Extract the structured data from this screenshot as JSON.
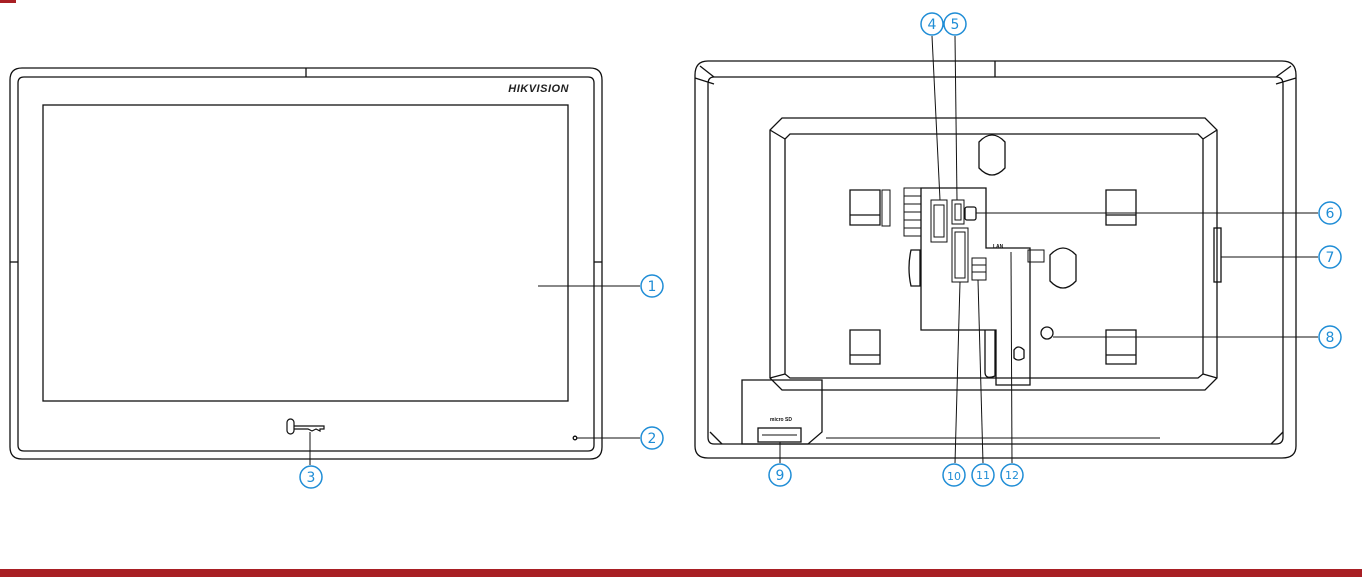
{
  "brand": {
    "logo_text": "HIKVISION"
  },
  "back_panel": {
    "lan_label": "LAN",
    "micro_sd_label": "micro SD"
  },
  "callouts": [
    "1",
    "2",
    "3",
    "4",
    "5",
    "6",
    "7",
    "8",
    "9",
    "10",
    "11",
    "12"
  ],
  "colors": {
    "accent": "#a81f24",
    "callout": "#1f8dd6",
    "line": "#111111"
  }
}
